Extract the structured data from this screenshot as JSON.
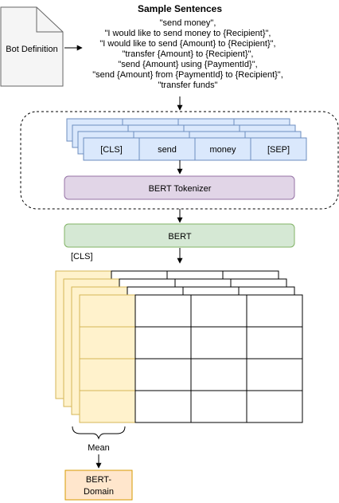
{
  "bot_definition": {
    "label": "Bot Definition"
  },
  "sample_sentences": {
    "title": "Sample Sentences",
    "lines": [
      "\"send money\",",
      "\"I would like to send money to {Recipient}\",",
      "\"I would like to send {Amount} to {Recipient}\",",
      "\"transfer {Amount} to {Recipient}\",",
      "\"send {Amount} using {PaymentId}\",",
      "\"send {Amount} from {PaymentId} to {Recipient}\",",
      "\"transfer funds\""
    ]
  },
  "tokens": [
    "[CLS]",
    "send",
    "money",
    "[SEP]"
  ],
  "bert_tokenizer": {
    "label": "BERT Tokenizer"
  },
  "bert": {
    "label": "BERT"
  },
  "cls_label": "[CLS]",
  "mean_label": "Mean",
  "bert_domain": {
    "line1": "BERT-",
    "line2": "Domain"
  },
  "colors": {
    "token_fill": "#dae8fc",
    "token_stroke": "#6c8ebf",
    "tokenizer_fill": "#e1d5e7",
    "tokenizer_stroke": "#9673a6",
    "bert_fill": "#d5e8d4",
    "bert_stroke": "#82b366",
    "cls_fill": "#fff2cc",
    "cls_stroke": "#d6b656",
    "domain_fill": "#ffe6cc",
    "domain_stroke": "#d79b00",
    "doc_fill": "#f5f5f5",
    "doc_stroke": "#666666"
  }
}
